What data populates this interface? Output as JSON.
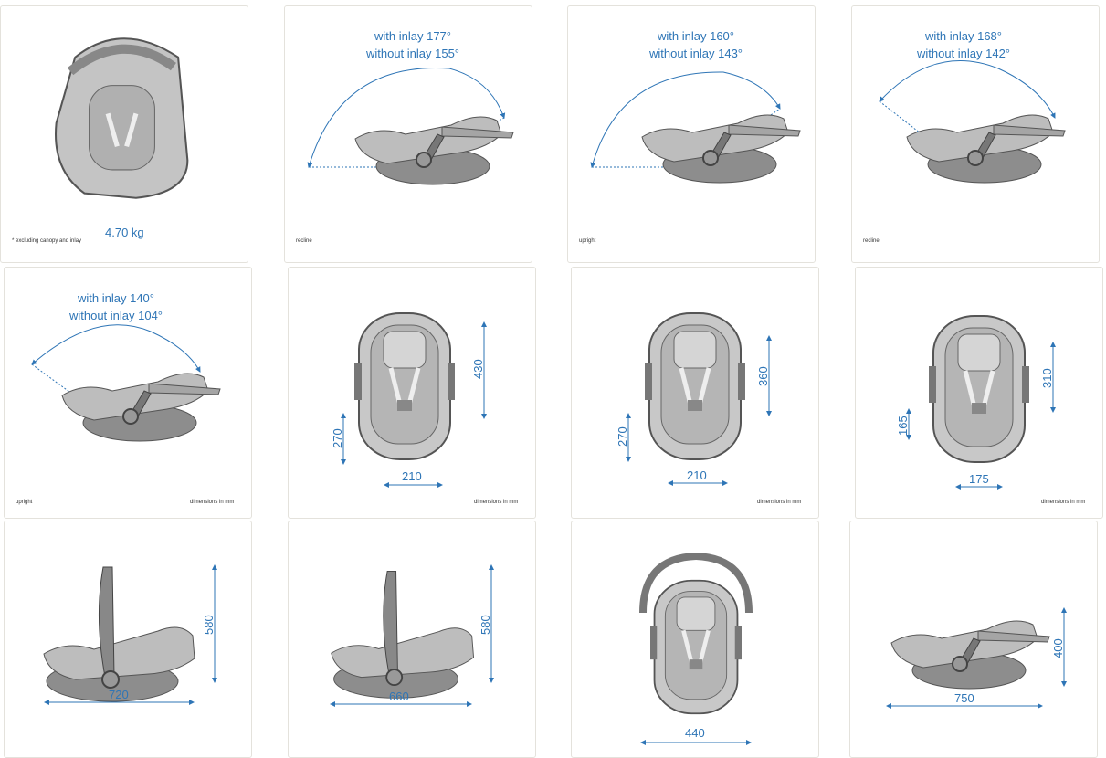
{
  "cards": [
    {
      "weight": "4.70 kg",
      "note": "* excluding canopy and inlay"
    },
    {
      "line1": "with inlay 177°",
      "line2": "without inlay 155°",
      "caption": "recline"
    },
    {
      "line1": "with inlay 160°",
      "line2": "without inlay 143°",
      "caption": "upright"
    },
    {
      "line1": "with inlay 168°",
      "line2": "without inlay 142°",
      "caption": "recline"
    },
    {
      "line1": "with inlay 140°",
      "line2": "without inlay 104°",
      "caption": "upright",
      "units": "dimensions in mm"
    },
    {
      "height": "430",
      "side": "270",
      "width": "210",
      "units": "dimensions in mm"
    },
    {
      "height": "360",
      "side": "270",
      "width": "210",
      "units": "dimensions in mm"
    },
    {
      "height": "310",
      "side": "165",
      "width": "175",
      "units": "dimensions in mm"
    },
    {
      "height": "580",
      "length": "720"
    },
    {
      "height": "580",
      "length": "660"
    },
    {
      "width": "440"
    },
    {
      "height": "400",
      "length": "750"
    }
  ],
  "colors": {
    "accent": "#2e75b6",
    "seat": "#9a9a9a"
  }
}
